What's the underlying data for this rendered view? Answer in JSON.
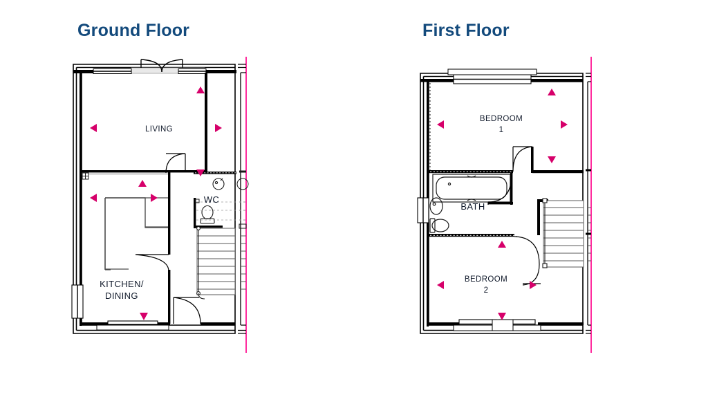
{
  "page": {
    "background": "#ffffff",
    "title_color": "#134a7c",
    "wall_color": "#000000",
    "fixture_color": "#1a1a1a",
    "arrow_color": "#d6006a",
    "party_wall_color": "#ff1493",
    "label_color": "#121b2c"
  },
  "floors": [
    {
      "id": "ground-floor",
      "title": "Ground Floor",
      "rooms": [
        {
          "name": "living",
          "label": "LIVING",
          "label_lines": [
            "LIVING"
          ]
        },
        {
          "name": "wc",
          "label": "WC",
          "label_lines": [
            "WC"
          ]
        },
        {
          "name": "kitchen-dining",
          "label": "KITCHEN/ DINING",
          "label_lines": [
            "KITCHEN/",
            "DINING"
          ]
        }
      ],
      "fixtures": [
        "french-doors",
        "entrance-door",
        "window",
        "staircase",
        "toilet",
        "basin",
        "radiator",
        "kitchen-units"
      ],
      "dimension_arrows": 8
    },
    {
      "id": "first-floor",
      "title": "First Floor",
      "rooms": [
        {
          "name": "bedroom-1",
          "label": "BEDROOM 1",
          "label_lines": [
            "BEDROOM",
            "1"
          ]
        },
        {
          "name": "bath",
          "label": "BATH",
          "label_lines": [
            "BATH"
          ]
        },
        {
          "name": "bedroom-2",
          "label": "BEDROOM 2",
          "label_lines": [
            "BEDROOM",
            "2"
          ]
        }
      ],
      "fixtures": [
        "window",
        "staircase",
        "bathtub",
        "basin",
        "toilet",
        "door"
      ],
      "dimension_arrows": 7
    }
  ]
}
